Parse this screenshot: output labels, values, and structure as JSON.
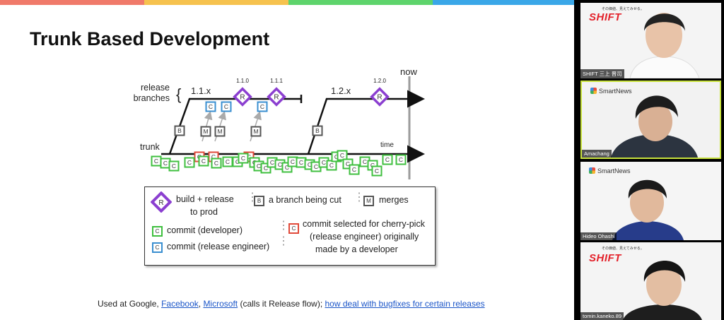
{
  "slide": {
    "title": "Trunk Based Development",
    "stripe_colors": [
      "#f07a6a",
      "#f6c24e",
      "#5ed46c",
      "#3aa7e8"
    ]
  },
  "diagram": {
    "labels": {
      "release_branches": "release\nbranches",
      "trunk": "trunk",
      "now": "now",
      "time": "time",
      "branch_1_1_x": "1.1.x",
      "branch_1_2_x": "1.2.x",
      "v110": "1.1.0",
      "v111": "1.1.1",
      "v120": "1.2.0"
    },
    "glyphs": {
      "release": "R",
      "branch": "B",
      "merge": "M",
      "commit": "C"
    },
    "colors": {
      "release": "#8b3fd0",
      "developer": "#3fbf3f",
      "release_engineer": "#3a8fd0",
      "cherry_pick": "#e04a3a",
      "line": "#111111",
      "now_line": "#9b9b9b"
    }
  },
  "legend": {
    "build_release": "build + release",
    "to_prod": "to prod",
    "branch_cut": "a branch being cut",
    "merges": "merges",
    "commit_dev": "commit (developer)",
    "commit_rel": "commit (release engineer)",
    "cherry_1": "commit selected for cherry-pick",
    "cherry_2": "(release engineer) originally",
    "cherry_3": "made by a developer"
  },
  "footer": {
    "prefix": "Used at Google, ",
    "link_facebook": "Facebook",
    "sep": ", ",
    "link_microsoft": "Microsoft",
    "middle": " (calls it Release flow); ",
    "link_bugfix": "how deal with bugfixes for certain releases"
  },
  "participants": [
    {
      "name": "SHIFT 三上 晋司",
      "logo": "SHIFT",
      "tagline": "その価値、見えてみせる。",
      "bg": "#f4f4f4",
      "highlight": false
    },
    {
      "name": "Amachang",
      "logo": "SmartNews",
      "bg": "#f2f2f2",
      "highlight": true
    },
    {
      "name": "Hideo Ohashi",
      "logo": "SmartNews",
      "bg": "#f5f5f5",
      "highlight": false
    },
    {
      "name": "tomin.kaneko.89",
      "logo": "SHIFT",
      "tagline": "その価値、見えてみせる。",
      "bg": "#f4f4f4",
      "highlight": false
    }
  ]
}
